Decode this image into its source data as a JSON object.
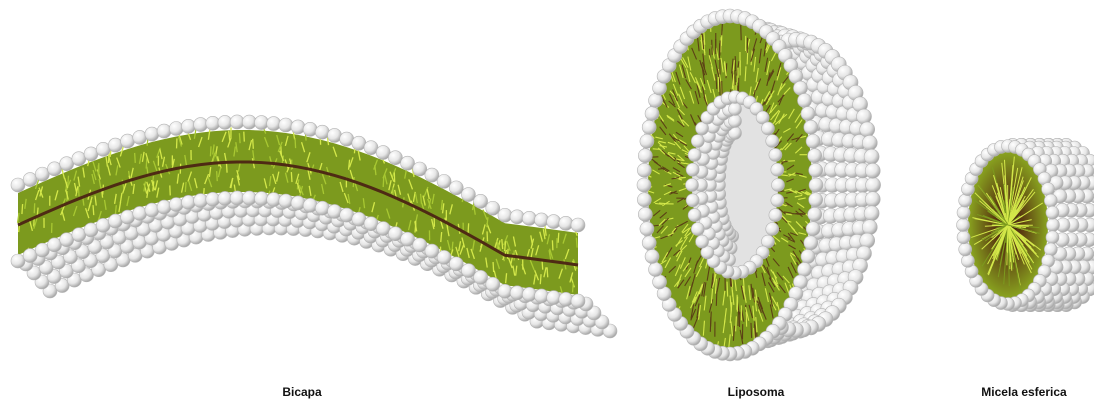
{
  "structures": [
    {
      "key": "bilayer",
      "label": "Bicapa"
    },
    {
      "key": "liposome",
      "label": "Liposoma"
    },
    {
      "key": "micelle",
      "label": "Micela esferica"
    }
  ],
  "colors": {
    "background": "#ffffff",
    "head_fill": "#f2f2f2",
    "head_shade": "#b4b4b4",
    "tail_yellow": "#d4e84a",
    "tail_green": "#7c9a1e",
    "tail_core": "#4e2a14"
  }
}
